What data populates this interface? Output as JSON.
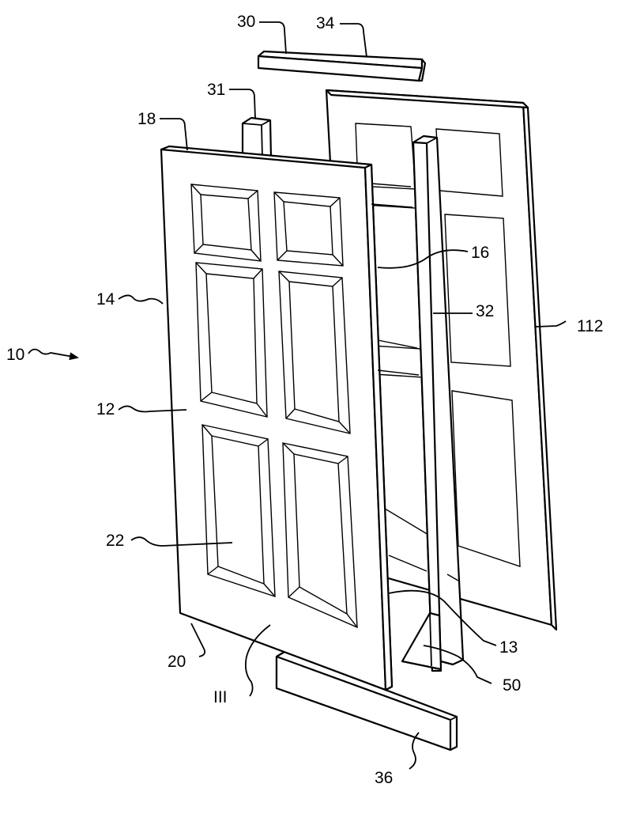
{
  "figure": {
    "colors": {
      "ink": "#000000",
      "paper": "#ffffff"
    },
    "labels": {
      "l10": "10",
      "l30": "30",
      "l34": "34",
      "l31": "31",
      "l18": "18",
      "l16": "16",
      "l14": "14",
      "l32": "32",
      "l112": "112",
      "l12": "12",
      "l22": "22",
      "l20": "20",
      "lIII": "III",
      "l13": "13",
      "l50": "50",
      "l36": "36"
    }
  }
}
